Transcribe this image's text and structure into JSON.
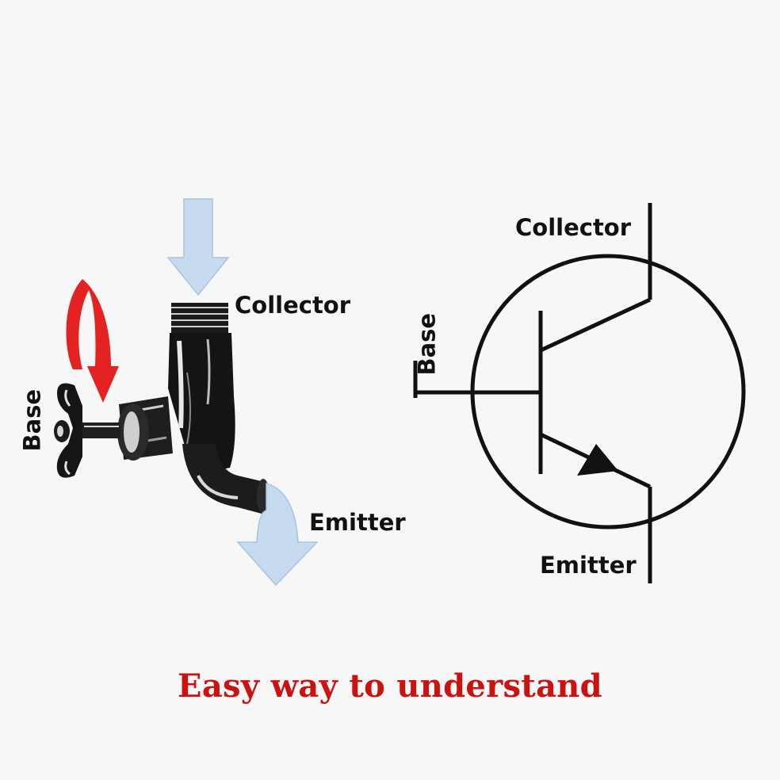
{
  "faucet": {
    "collector": "Collector",
    "base": "Base",
    "emitter": "Emitter"
  },
  "symbol": {
    "collector": "Collector",
    "base": "Base",
    "emitter": "Emitter"
  },
  "caption": "Easy way to understand",
  "colors": {
    "flow_arrow": "#c6dbef",
    "turn_arrow": "#e52222",
    "caption": "#cc1111",
    "ink": "#111111"
  }
}
